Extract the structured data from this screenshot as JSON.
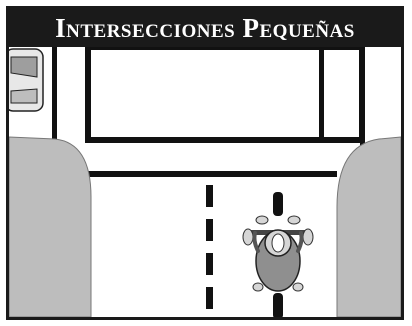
{
  "header": {
    "title": "Intersecciones Pequeñas"
  },
  "diagram": {
    "scene": "small-intersection",
    "elements": [
      "crosswalk-box",
      "stop-line",
      "lane-center-dashes",
      "corner-curb-left",
      "corner-curb-right",
      "motorcycle-top-view",
      "parked-car-partial"
    ]
  },
  "colors": {
    "title_bg": "#1a1a1a",
    "title_text": "#ffffff",
    "road_lines": "#111111",
    "curb_fill": "#bdbdbd",
    "motorcycle_body": "#8f8f8f",
    "motorcycle_parts": "#d6d6d6"
  }
}
